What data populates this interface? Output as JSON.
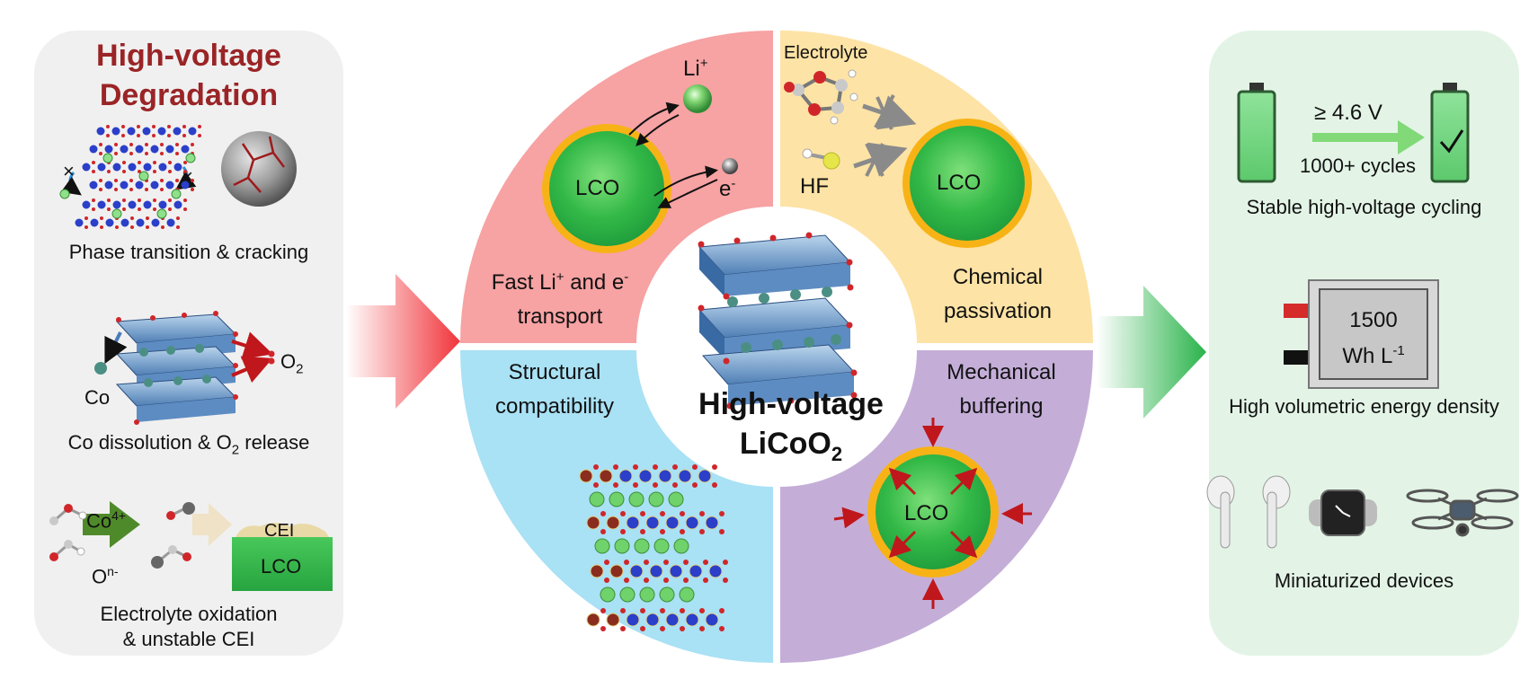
{
  "left": {
    "title_line1": "High-voltage",
    "title_line2": "Degradation",
    "items": [
      {
        "caption": "Phase transition & cracking"
      },
      {
        "caption_pre": "Co dissolution & O",
        "caption_sub": "2",
        "caption_post": " release",
        "co_label": "Co",
        "o2_main": "O",
        "o2_sub": "2"
      },
      {
        "caption_line1": "Electrolyte oxidation",
        "caption_line2": "& unstable CEI",
        "co_main": "Co",
        "co_sup": "4+",
        "o_main": "O",
        "o_sup": "n-",
        "cei_label": "CEI",
        "lco_label": "LCO"
      }
    ]
  },
  "center": {
    "title_line1": "High-voltage",
    "title_line2_main": "LiCoO",
    "title_line2_sub": "2",
    "quadrants": {
      "top_left": {
        "line1_pre": "Fast Li",
        "line1_sup1": "+",
        "line1_mid": " and e",
        "line1_sup2": "-",
        "line2": "transport",
        "lco": "LCO",
        "li_main": "Li",
        "li_sup": "+",
        "e_main": "e",
        "e_sup": "-"
      },
      "top_right": {
        "line1": "Chemical",
        "line2": "passivation",
        "lco": "LCO",
        "electrolyte": "Electrolyte",
        "hf": "HF"
      },
      "bottom_left": {
        "line1": "Structural",
        "line2": "compatibility"
      },
      "bottom_right": {
        "line1": "Mechanical",
        "line2": "buffering",
        "lco": "LCO"
      }
    }
  },
  "right": {
    "items": [
      {
        "voltage": "≥ 4.6 V",
        "cycles": "1000+ cycles",
        "caption": "Stable high-voltage cycling"
      },
      {
        "value": "1500",
        "unit_main": "Wh L",
        "unit_sup": "-1",
        "caption": "High volumetric energy density"
      },
      {
        "caption": "Miniaturized devices"
      }
    ]
  },
  "colors": {
    "degradation_title": "#9a2426",
    "q_top_left": "#f7a2a3",
    "q_top_right": "#fde3a5",
    "q_bottom_left": "#a9e1f5",
    "q_bottom_right": "#c4aed8",
    "lco_green": "#2cb84b",
    "shell_orange": "#f7b316",
    "battery_green": "#6fd67d",
    "arrow_red": "#f0343a",
    "arrow_green": "#29b34a"
  }
}
